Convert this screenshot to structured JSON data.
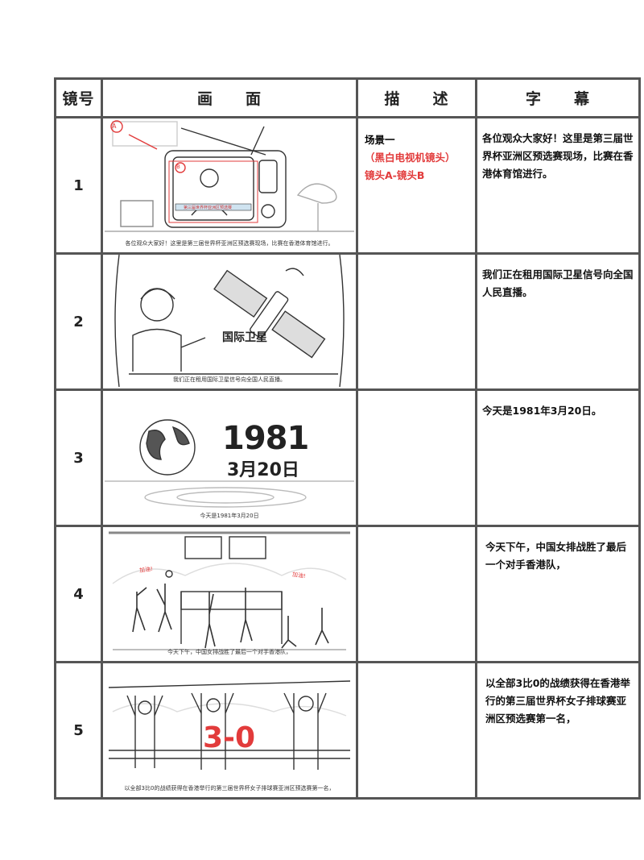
{
  "headers": {
    "shot": "镜号",
    "picture": "画　　面",
    "description": "描　　述",
    "subtitle": "字　　幕"
  },
  "rows": [
    {
      "num": "1",
      "picture": {
        "caption": "各位观众大家好！这里是第三届世界杯亚洲区预选赛现场，比赛在香港体育馆进行。",
        "mark_a": "A",
        "mark_b": "B",
        "tv_banner": "第三届世界杯亚洲区预选赛"
      },
      "description": {
        "scene": "场景一",
        "camera": "（黑白电视机镜头）",
        "shots": "镜头A-镜头B"
      },
      "subtitle": "各位观众大家好！这里是第三届世界杯亚洲区预选赛现场，比赛在香港体育馆进行。"
    },
    {
      "num": "2",
      "picture": {
        "caption": "我们正在租用国际卫星信号向全国人民直播。",
        "label": "国际卫星"
      },
      "description": {},
      "subtitle": "我们正在租用国际卫星信号向全国人民直播。"
    },
    {
      "num": "3",
      "picture": {
        "caption": "今天是1981年3月20日",
        "year": "1981",
        "date": "3月20日"
      },
      "description": {},
      "subtitle": "今天是1981年3月20日。"
    },
    {
      "num": "4",
      "picture": {
        "caption": "今天下午，中国女排战胜了最后一个对手香港队，",
        "cheer_left": "加油!",
        "cheer_right": "加油!"
      },
      "description": {},
      "subtitle": "今天下午，中国女排战胜了最后一个对手香港队，"
    },
    {
      "num": "5",
      "picture": {
        "caption": "以全部3比0的战绩获得在香港举行的第三届世界杯女子排球赛亚洲区预选赛第一名，",
        "score": "3-0"
      },
      "description": {},
      "subtitle": "以全部3比0的战绩获得在香港举行的第三届世界杯女子排球赛亚洲区预选赛第一名，"
    }
  ],
  "colors": {
    "accent_red": "#e23b3b",
    "border": "#555555"
  }
}
